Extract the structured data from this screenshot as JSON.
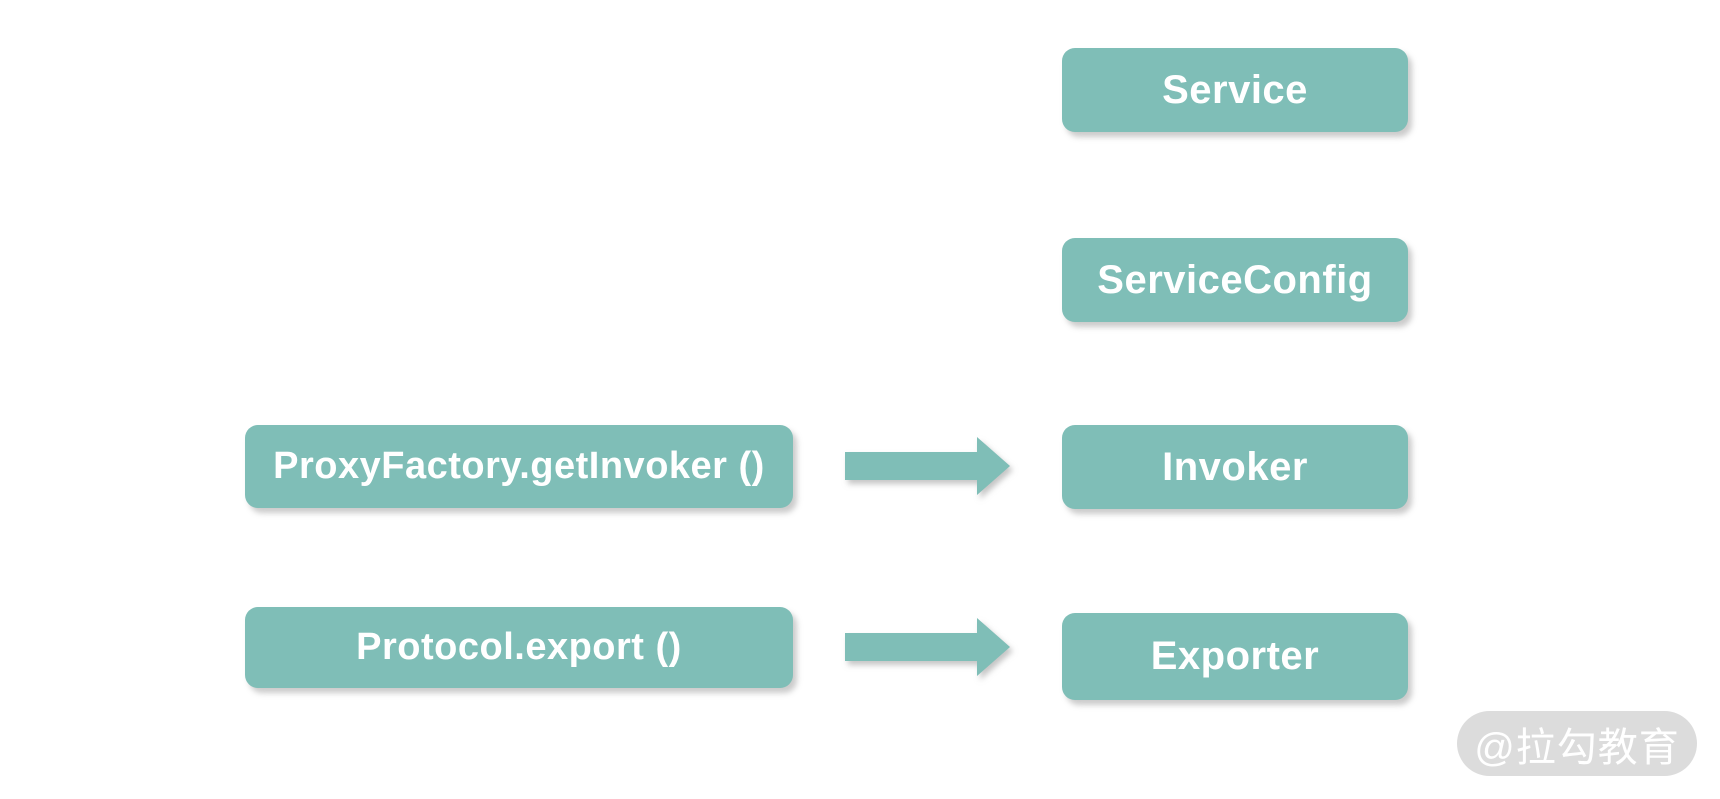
{
  "colors": {
    "canvas_bg": "#FFFFFF",
    "node_fill": "#7FBEB7",
    "node_text": "#FFFFFF",
    "watermark_bg": "#DCDCDC",
    "watermark_text": "#FFFFFF"
  },
  "nodes": {
    "service": {
      "label": "Service"
    },
    "service_config": {
      "label": "ServiceConfig"
    },
    "invoker": {
      "label": "Invoker"
    },
    "exporter": {
      "label": "Exporter"
    },
    "proxy_factory_get_invoker": {
      "label": "ProxyFactory.getInvoker ()"
    },
    "protocol_export": {
      "label": "Protocol.export ()"
    }
  },
  "watermark": {
    "label": "@拉勾教育"
  }
}
